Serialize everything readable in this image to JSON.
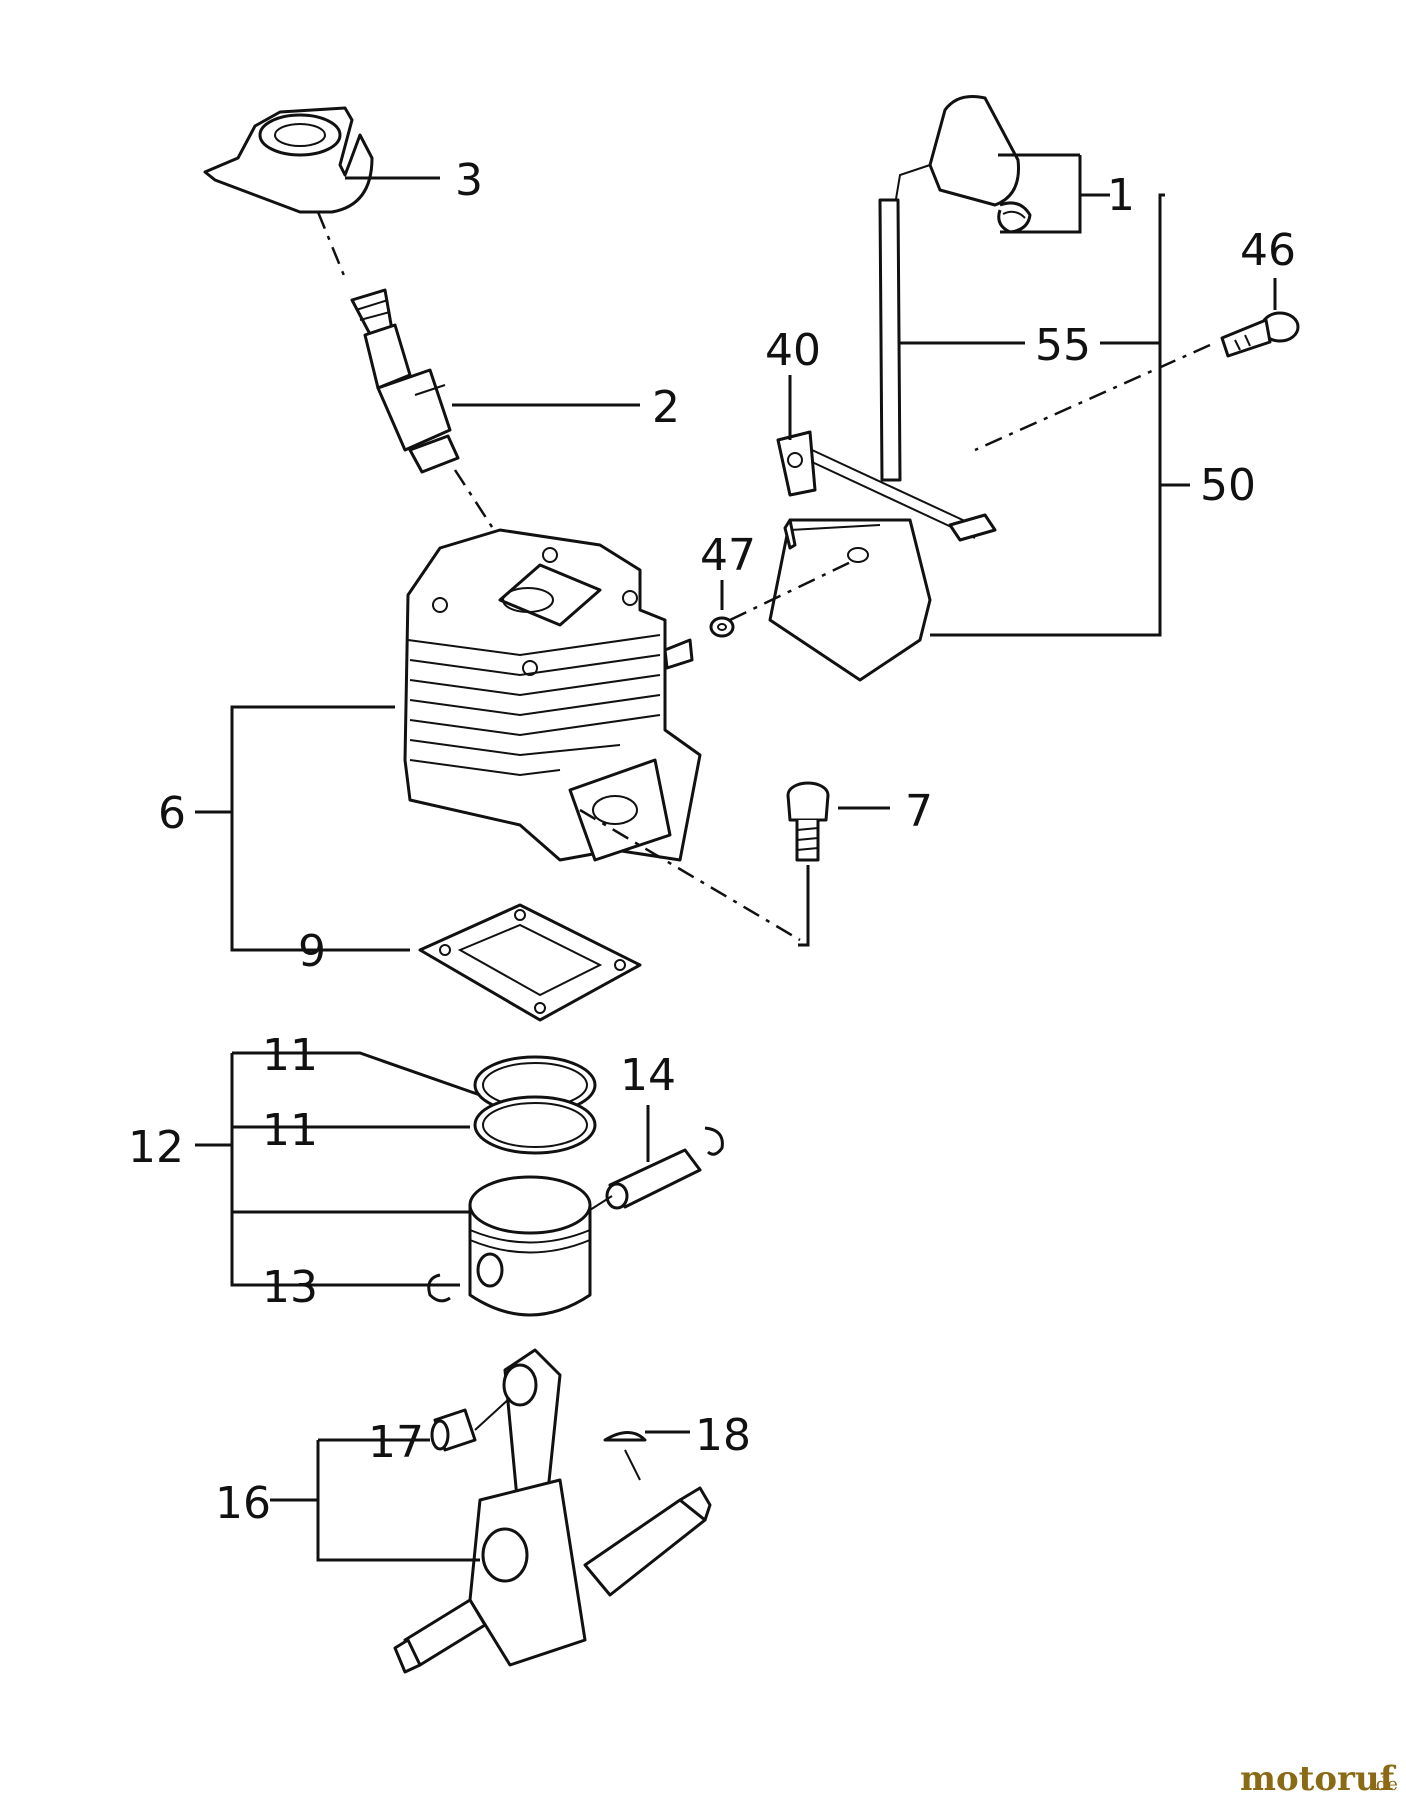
{
  "labels": {
    "l1": "1",
    "l2": "2",
    "l3": "3",
    "l6": "6",
    "l7": "7",
    "l9": "9",
    "l11a": "11",
    "l11b": "11",
    "l12": "12",
    "l13": "13",
    "l14": "14",
    "l16": "16",
    "l17": "17",
    "l18": "18",
    "l40": "40",
    "l46": "46",
    "l47": "47",
    "l50": "50",
    "l55": "55"
  },
  "watermark": {
    "brand": "motoruf",
    "suffix": ".de"
  },
  "colors": {
    "line": "#111111",
    "watermark": "#8a6a14",
    "background": "#ffffff"
  }
}
